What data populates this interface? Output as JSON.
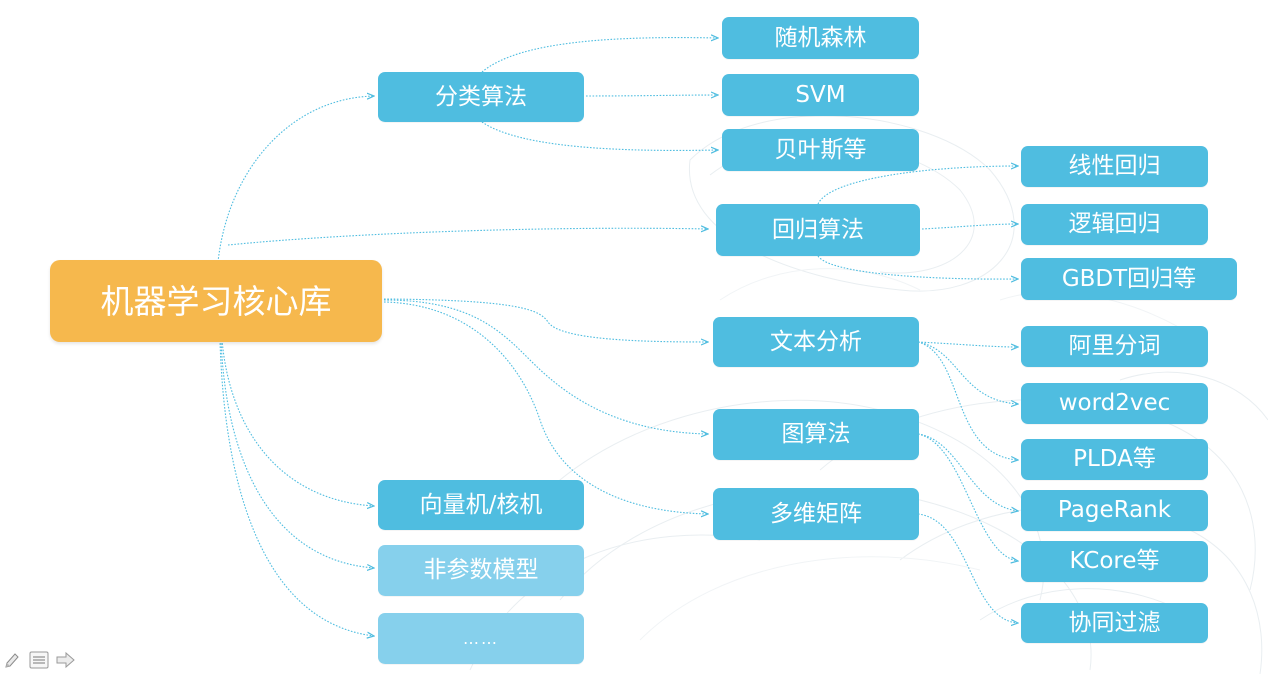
{
  "root": {
    "label": "机器学习核心库"
  },
  "branches": {
    "classification": "分类算法",
    "regression": "回归算法",
    "text_analysis": "文本分析",
    "graph": "图算法",
    "matrix": "多维矩阵",
    "vector_machine": "向量机/核机",
    "nonparam": "非参数模型",
    "more": "……"
  },
  "leaves": {
    "random_forest": "随机森林",
    "svm": "SVM",
    "bayes": "贝叶斯等",
    "linear_regression": "线性回归",
    "logistic_regression": "逻辑回归",
    "gbdt": "GBDT回归等",
    "ali_segmentation": "阿里分词",
    "word2vec": "word2vec",
    "plda": "PLDA等",
    "pagerank": "PageRank",
    "kcore": "KCore等",
    "collab_filter": "协同过滤"
  },
  "colors": {
    "root": "#f6b84d",
    "node": "#4fbde0",
    "node_light": "#86d0ec",
    "connector": "#4fbde0"
  },
  "toolbar_icons": [
    "pencil-icon",
    "list-icon",
    "arrow-right-icon"
  ]
}
